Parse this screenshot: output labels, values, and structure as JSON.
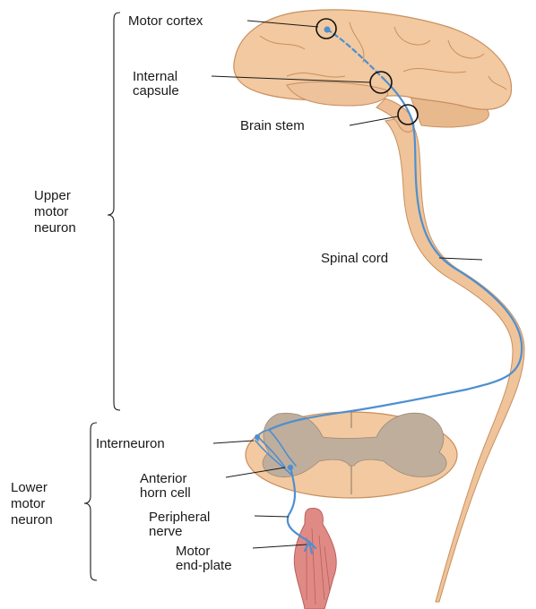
{
  "labels": {
    "motor_cortex": "Motor cortex",
    "internal_capsule": [
      "Internal",
      "capsule"
    ],
    "brain_stem": "Brain stem",
    "upper_motor_neuron": [
      "Upper",
      "motor",
      "neuron"
    ],
    "spinal_cord": "Spinal cord",
    "interneuron": "Interneuron",
    "anterior_horn_cell": [
      "Anterior",
      "horn cell"
    ],
    "lower_motor_neuron": [
      "Lower",
      "motor",
      "neuron"
    ],
    "peripheral_nerve": [
      "Peripheral",
      "nerve"
    ],
    "motor_end_plate": [
      "Motor",
      "end-plate"
    ]
  },
  "colors": {
    "brain": "#f2c9a0",
    "brain_outline": "#c98f5e",
    "cord": "#efc49a",
    "grey_matter": "#bfae9c",
    "neuron": "#4f8fd0",
    "muscle": "#e08a86"
  }
}
